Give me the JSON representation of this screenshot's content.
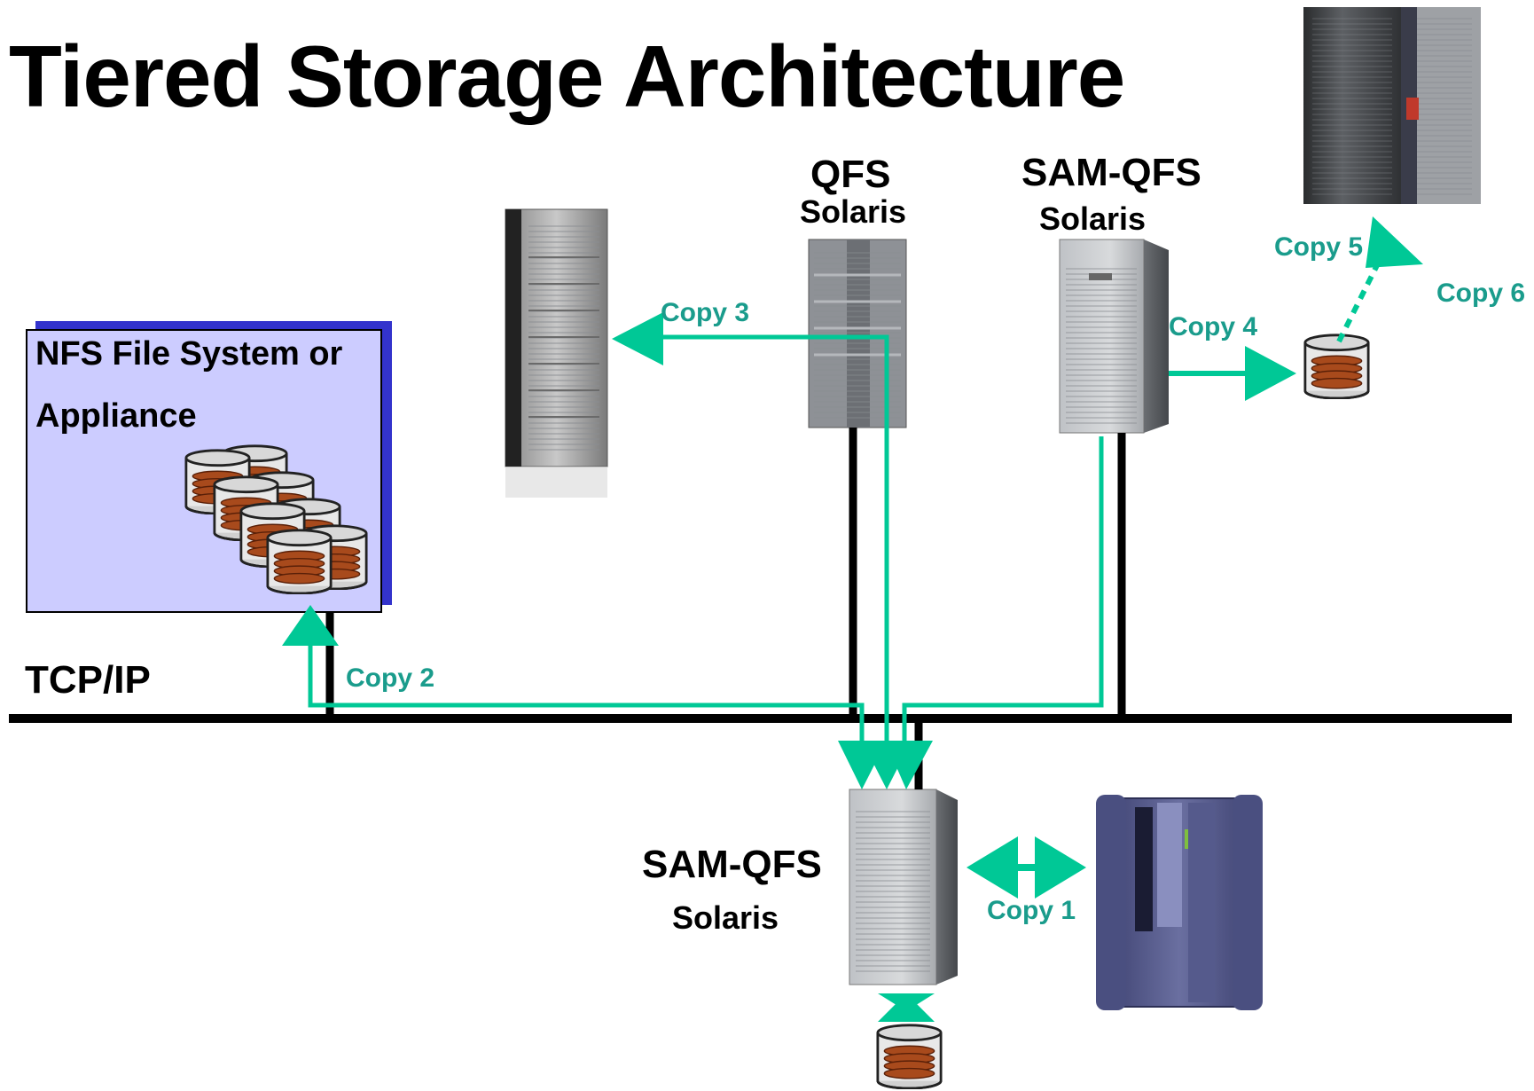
{
  "title": "Tiered Storage Architecture",
  "network_label": "TCP/IP",
  "nfs_box": {
    "line1": "NFS File System or",
    "line2": "Appliance"
  },
  "servers": {
    "qfs": {
      "name": "QFS",
      "os": "Solaris"
    },
    "samqfs_top": {
      "name": "SAM-QFS",
      "os": "Solaris"
    },
    "samqfs_bottom": {
      "name": "SAM-QFS",
      "os": "Solaris"
    }
  },
  "copies": {
    "copy1": "Copy 1",
    "copy2": "Copy 2",
    "copy3": "Copy 3",
    "copy4": "Copy 4",
    "copy5": "Copy 5",
    "copy6": "Copy 6"
  },
  "colors": {
    "arrow": "#00c896",
    "label": "#1a9c8c",
    "nfs_fill": "#ccccff",
    "nfs_shadow": "#3333cc",
    "disk": "#a84a1c"
  }
}
